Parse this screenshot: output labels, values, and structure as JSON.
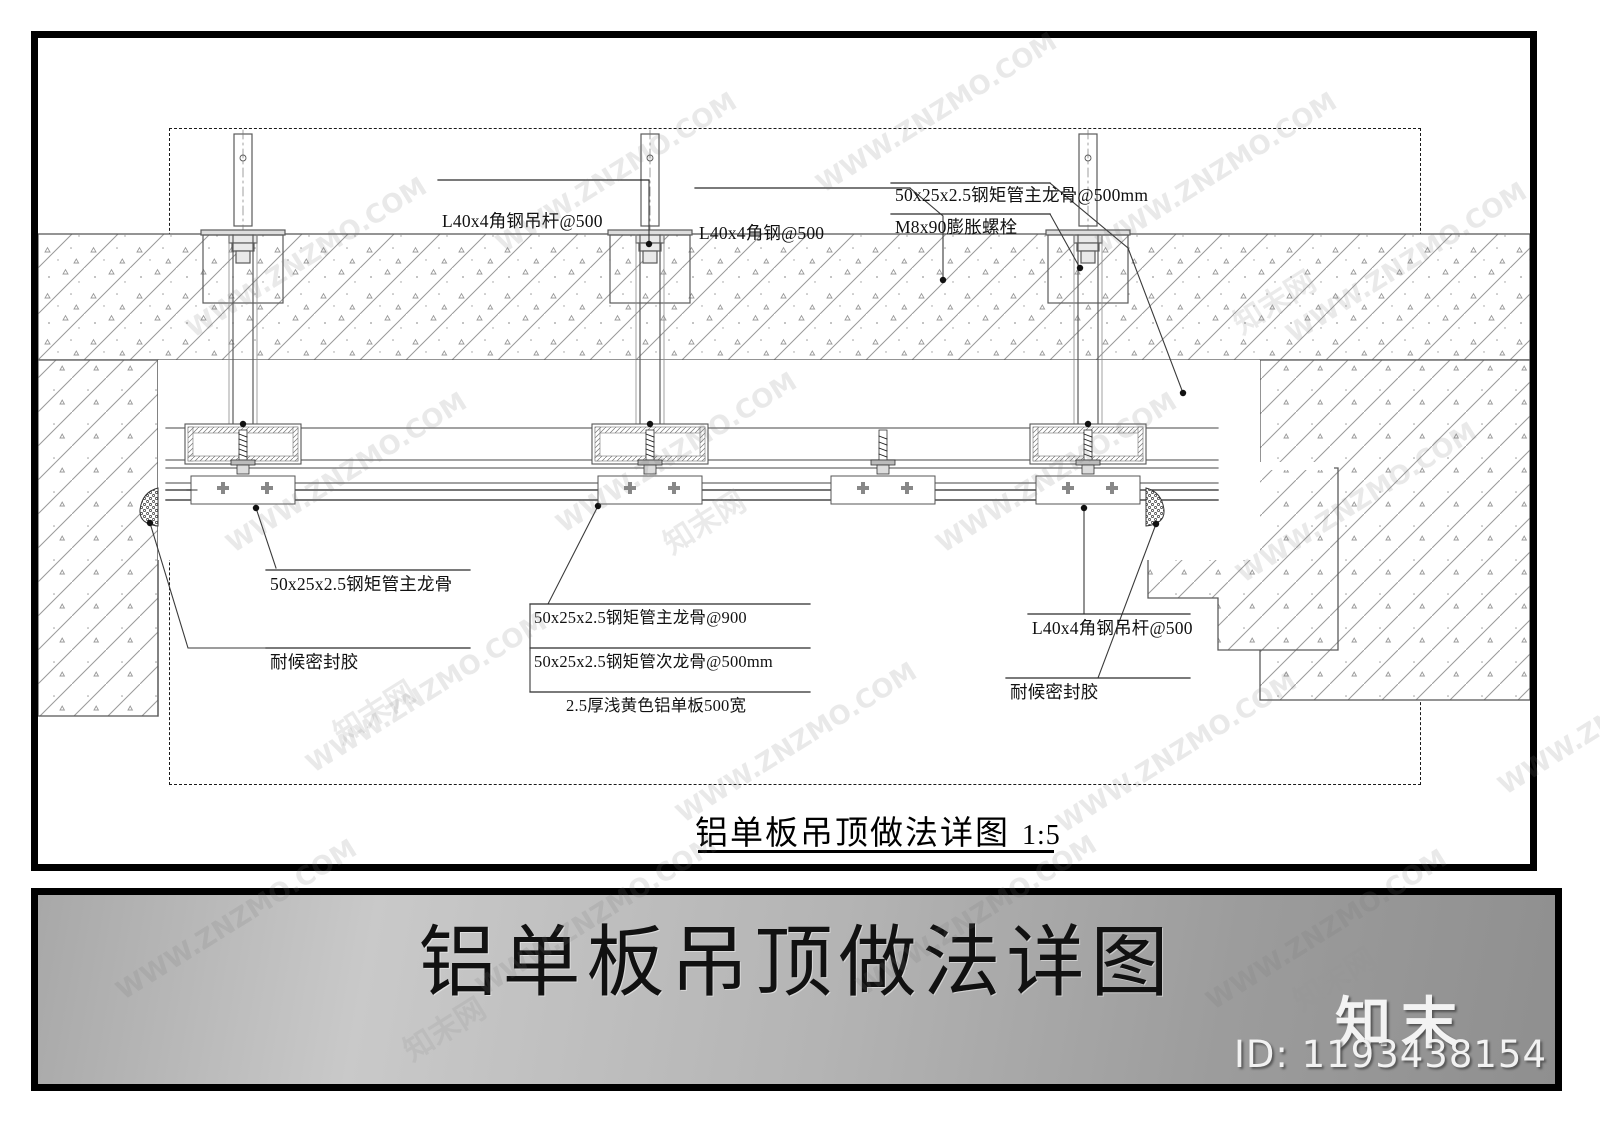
{
  "sheet": {
    "drawing_caption_cn": "铝单板吊顶做法详图",
    "drawing_caption_scale": "1:5"
  },
  "annotations": {
    "top": [
      {
        "id": "hanger-rod",
        "text": "L40x4角钢吊杆@500"
      },
      {
        "id": "angle-steel",
        "text": "L40x4角钢@500"
      },
      {
        "id": "main-keel-top",
        "text": "50x25x2.5钢矩管主龙骨@500mm"
      },
      {
        "id": "expansion-bolt",
        "text": "M8x90膨胀螺栓"
      }
    ],
    "bottom_left": [
      {
        "id": "main-keel",
        "text": "50x25x2.5钢矩管主龙骨"
      },
      {
        "id": "sealant-left",
        "text": "耐候密封胶"
      }
    ],
    "bottom_center": [
      {
        "id": "main-keel-900",
        "text": "50x25x2.5钢矩管主龙骨@900"
      },
      {
        "id": "sub-keel-500",
        "text": "50x25x2.5钢矩管次龙骨@500mm"
      },
      {
        "id": "alu-panel",
        "text": "2.5厚浅黄色铝单板500宽"
      }
    ],
    "bottom_right": [
      {
        "id": "hanger-rod-right",
        "text": "L40x4角钢吊杆@500"
      },
      {
        "id": "sealant-right",
        "text": "耐候密封胶"
      }
    ]
  },
  "banner": {
    "title": "铝单板吊顶做法详图",
    "logo": "知末",
    "doc_id": "ID: 1193438154"
  },
  "watermarks": {
    "url": "WWW.ZNZMO.COM",
    "brand": "知末网"
  },
  "colors": {
    "frame": "#000000",
    "line": "#4a4a4a",
    "hatch": "#8f8f8f",
    "banner_text": "#111111",
    "logo_text": "#f3f3f3"
  }
}
